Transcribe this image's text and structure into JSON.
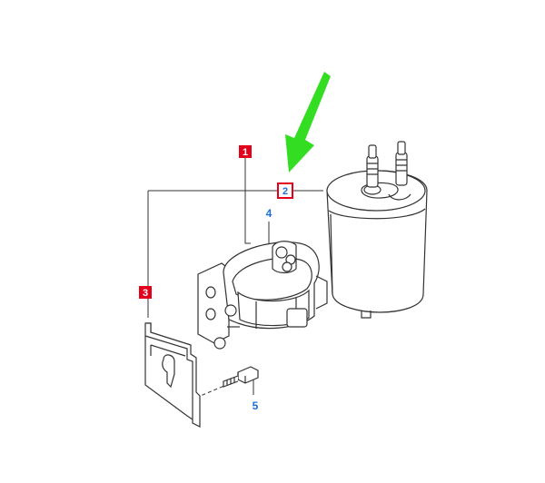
{
  "callouts": [
    {
      "label": "1",
      "style": "red-filled"
    },
    {
      "label": "2",
      "style": "red-outline"
    },
    {
      "label": "3",
      "style": "red-filled"
    }
  ],
  "part_numbers": [
    {
      "label": "4"
    },
    {
      "label": "5"
    }
  ],
  "colors": {
    "callout_red": "#e3001b",
    "number_blue": "#1f6fd1",
    "arrow_green": "#33dd22",
    "line": "#333333"
  },
  "icons": {
    "pointer": "green-arrow-icon"
  }
}
